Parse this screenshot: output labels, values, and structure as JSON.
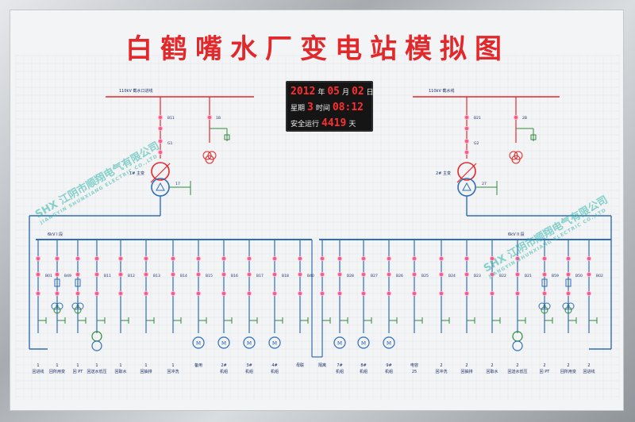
{
  "title": "白鹤嘴水厂变电站模拟图",
  "clock": {
    "year": "2012",
    "year_unit": "年",
    "month": "05",
    "month_unit": "月",
    "day": "02",
    "day_unit": "日",
    "week_label": "星期",
    "week_value": "3",
    "time_label": "时间",
    "time_value": "08:12",
    "safe_label": "安全运行",
    "safe_value": "4419",
    "safe_unit": "天"
  },
  "incoming_left": {
    "label": "110kV 截水口进线",
    "breaker_top": "B11",
    "breaker_bottom": "G1",
    "pt_label": "1B",
    "transformer": "1# 主变",
    "tx_aux": "17"
  },
  "incoming_right": {
    "label": "110kV 截水线",
    "breaker_top": "B21",
    "breaker_bottom": "G2",
    "pt_label": "2B",
    "transformer": "2# 主变",
    "tx_aux": "27"
  },
  "bus_left_label": "6kV I 段",
  "bus_right_label": "6kV II 段",
  "feeders": [
    {
      "id": "B01",
      "label": "1 回进线",
      "type": "feeder"
    },
    {
      "id": "B49",
      "label": "1 回所用变",
      "type": "pt"
    },
    {
      "id": "",
      "label": "1 回 PT",
      "type": "pt_meter"
    },
    {
      "id": "B11",
      "label": "1 回送水低压",
      "type": "tx"
    },
    {
      "id": "B12",
      "label": "1 回取水",
      "type": "feeder"
    },
    {
      "id": "B13",
      "label": "1 回抽排",
      "type": "feeder"
    },
    {
      "id": "B14",
      "label": "1 回冲洗",
      "type": "feeder"
    },
    {
      "id": "B15",
      "label": "备用",
      "type": "motor"
    },
    {
      "id": "B16",
      "label": "2# 机组",
      "type": "motor"
    },
    {
      "id": "B17",
      "label": "3# 机组",
      "type": "motor"
    },
    {
      "id": "B18",
      "label": "4# 机组",
      "type": "motor"
    },
    {
      "id": "B40",
      "label": "母联",
      "type": "feeder"
    },
    {
      "id": "",
      "label": "隔离",
      "type": "feeder"
    },
    {
      "id": "B28",
      "label": "7# 机组",
      "type": "motor"
    },
    {
      "id": "B27",
      "label": "8# 机组",
      "type": "motor"
    },
    {
      "id": "B26",
      "label": "9# 机组",
      "type": "motor"
    },
    {
      "id": "B25",
      "label": "电容 25",
      "type": "feeder"
    },
    {
      "id": "B24",
      "label": "2 回冲洗",
      "type": "feeder"
    },
    {
      "id": "B23",
      "label": "2 回抽排",
      "type": "feeder"
    },
    {
      "id": "B22",
      "label": "2 回取水",
      "type": "feeder"
    },
    {
      "id": "B21",
      "label": "2 回送水低压",
      "type": "tx"
    },
    {
      "id": "B59",
      "label": "2 回 PT",
      "type": "pt_meter"
    },
    {
      "id": "B50",
      "label": "2 回所用变",
      "type": "pt"
    },
    {
      "id": "B02",
      "label": "2 回进线",
      "type": "feeder"
    }
  ],
  "motor_symbol": "M",
  "watermark": {
    "text": "江阴市顺翔电气有限公司",
    "sub": "JIANGYIN SHUNXIANG ELECTRIC CO.,LTD",
    "logo": "SHX"
  }
}
